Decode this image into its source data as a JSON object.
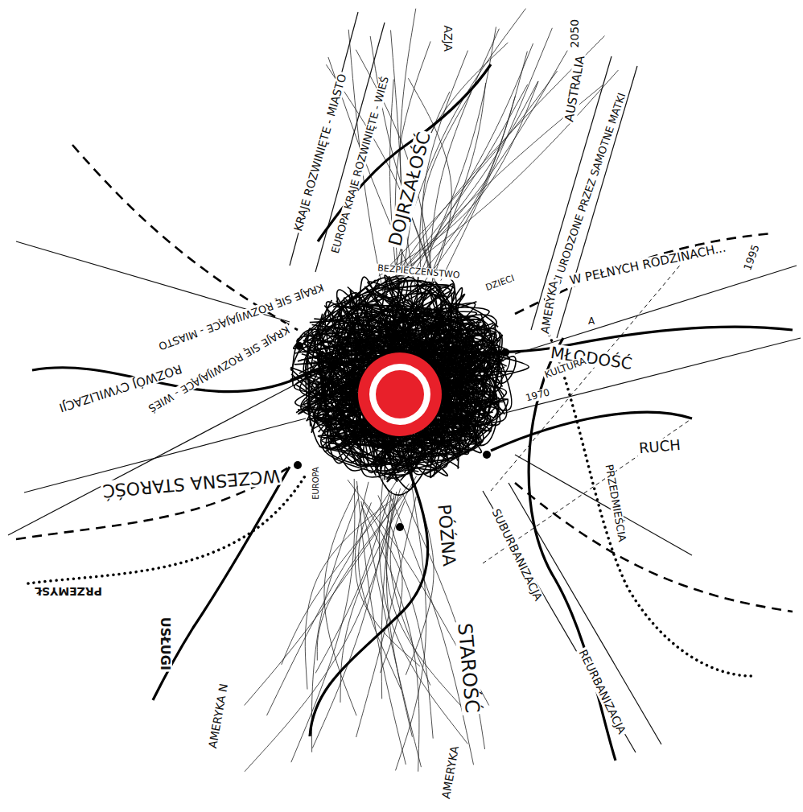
{
  "diagram": {
    "labels": [
      "AZJA",
      "2050",
      "KRAJE ROZWINIĘTE - MIASTO",
      "EUROPA KRAJE ROZWINIĘTE - WIEŚ",
      "DOJRZAŁOŚĆ",
      "AUSTRALIA",
      "DZIECI URODZONE PRZEZ SAMOTNE MATKI",
      "BEZPIECZEŃSTWO",
      "DZIECI",
      "AMERYKA",
      "W PEŁNYCH RODZINACH...",
      "1995",
      "A",
      "MŁODOŚĆ",
      "KULTURA",
      "1970",
      "RUCH",
      "PRZEDMIEŚCIA",
      "KRAJE SIĘ ROZWIJAJĄCE - MIASTO",
      "KRAJE SIĘ ROZWIJAJĄCE - WIEŚ",
      "ROZWÓJ CYWILIZACJI",
      "WCZESNA STAROŚĆ",
      "PRZEMYSŁ",
      "USŁUGI",
      "AMERYKA N",
      "PÓŹNA",
      "STAROŚĆ",
      "SUBURBANIZACJA",
      "REURBANIZACJA",
      "AMERYKA",
      "EUROPA"
    ]
  }
}
